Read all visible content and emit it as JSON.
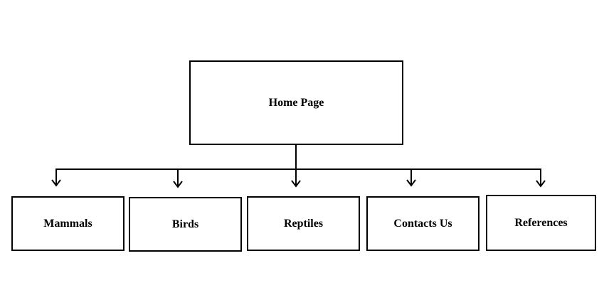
{
  "diagram": {
    "root": {
      "label": "Home Page"
    },
    "children": [
      {
        "label": "Mammals"
      },
      {
        "label": "Birds"
      },
      {
        "label": "Reptiles"
      },
      {
        "label": "Contacts Us"
      },
      {
        "label": "References"
      }
    ],
    "colors": {
      "line": "#000000",
      "box_border": "#000000",
      "background": "#ffffff"
    }
  }
}
